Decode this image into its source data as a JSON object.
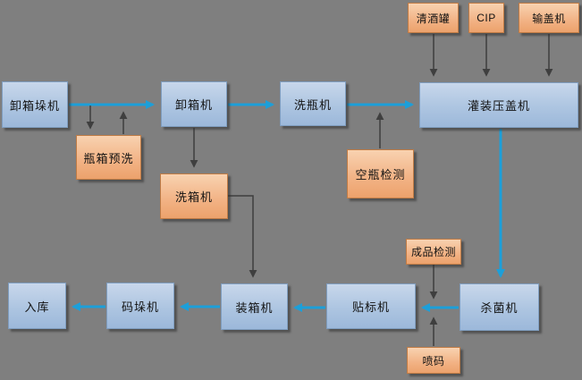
{
  "diagram": {
    "background_color": "#7f7f7f",
    "flow_arrow_color": "#1c9fd9",
    "aux_arrow_color": "#3f3f3f",
    "blue_node_fill": "#adc5e1",
    "orange_node_fill": "#f2b284"
  },
  "nodes": {
    "unload_stacker": {
      "label": "卸箱垛机"
    },
    "bottle_crate_prewash": {
      "label": "瓶箱预洗"
    },
    "unboxer": {
      "label": "卸箱机"
    },
    "crate_washer": {
      "label": "洗箱机"
    },
    "bottle_washer": {
      "label": "洗瓶机"
    },
    "empty_bottle_inspection": {
      "label": "空瓶检测"
    },
    "filler_capper": {
      "label": "灌装压盖机"
    },
    "clear_beer_tank": {
      "label": "清酒罐"
    },
    "cip": {
      "label": "CIP"
    },
    "cap_feeder": {
      "label": "输盖机"
    },
    "finished_product_inspection": {
      "label": "成品检测"
    },
    "ink_jet_coder": {
      "label": "喷码"
    },
    "sterilizer": {
      "label": "杀菌机"
    },
    "labeler": {
      "label": "贴标机"
    },
    "case_packer": {
      "label": "装箱机"
    },
    "palletizer": {
      "label": "码垛机"
    },
    "warehouse": {
      "label": "入库"
    }
  }
}
